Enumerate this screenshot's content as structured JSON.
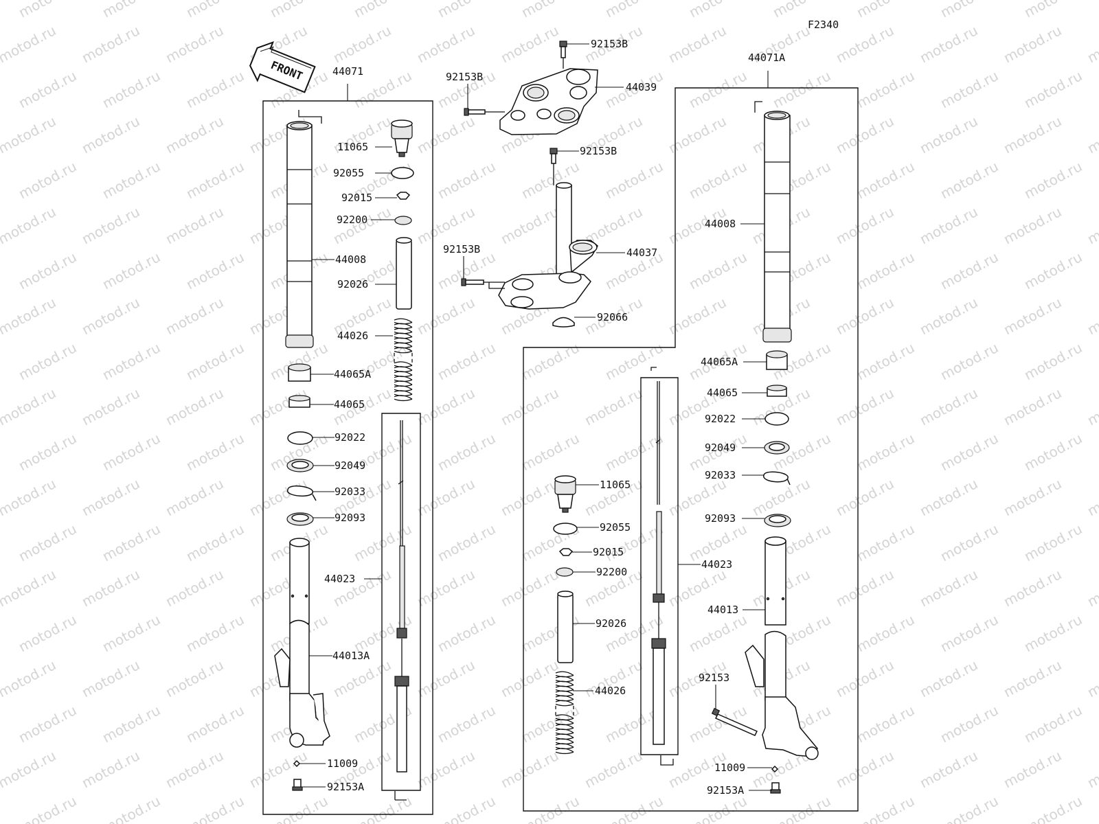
{
  "figure_code": "F2340",
  "front_arrow_label": "FRONT",
  "watermark_text": "motod.ru",
  "assemblies": {
    "left_fork": "44071",
    "right_fork": "44071A"
  },
  "parts": {
    "left_fork": [
      "11065",
      "92055",
      "92015",
      "92200",
      "44008",
      "92026",
      "44026",
      "44065A",
      "44065",
      "92022",
      "92049",
      "92033",
      "92093",
      "44023",
      "44013A",
      "11009",
      "92153A"
    ],
    "steering": [
      "92153B",
      "92153B",
      "44039",
      "92153B",
      "92153B",
      "44037",
      "92066"
    ],
    "right_fork": [
      "44008",
      "44065A",
      "44065",
      "92022",
      "92049",
      "92033",
      "11065",
      "92093",
      "92055",
      "92015",
      "44023",
      "92200",
      "44013",
      "92026",
      "92153",
      "44026",
      "11009",
      "92153A"
    ]
  }
}
